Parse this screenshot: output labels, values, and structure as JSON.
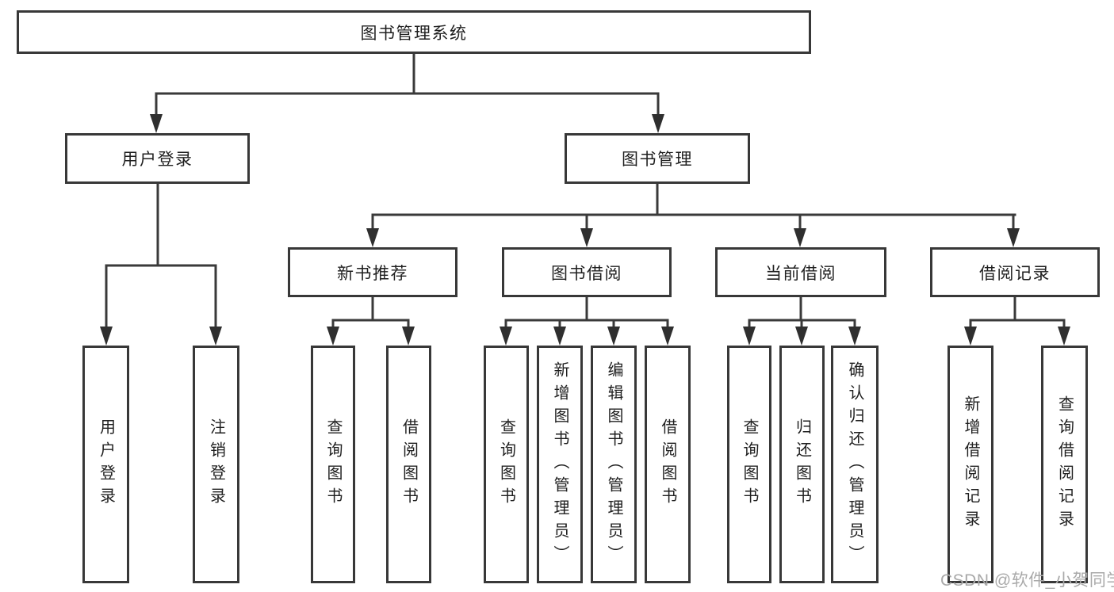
{
  "nodes": {
    "root": "图书管理系统",
    "l2": [
      "用户登录",
      "图书管理"
    ],
    "l3": [
      "新书推荐",
      "图书借阅",
      "当前借阅",
      "借阅记录"
    ],
    "login_leaves": [
      "用户登录",
      "注销登录"
    ],
    "rec_leaves": [
      "查询图书",
      "借阅图书"
    ],
    "borrow_leaves": [
      "查询图书",
      "新增图书（管理员）",
      "编辑图书（管理员）",
      "借阅图书"
    ],
    "current_leaves": [
      "查询图书",
      "归还图书",
      "确认归还（管理员）"
    ],
    "record_leaves": [
      "新增借阅记录",
      "查询借阅记录"
    ]
  },
  "colors": {
    "line": "#3a3a3a",
    "border": "#383838",
    "text": "#1f1f1f",
    "watermark": "#a9a9a9"
  },
  "watermark": "CSDN @软件_小贺同学"
}
